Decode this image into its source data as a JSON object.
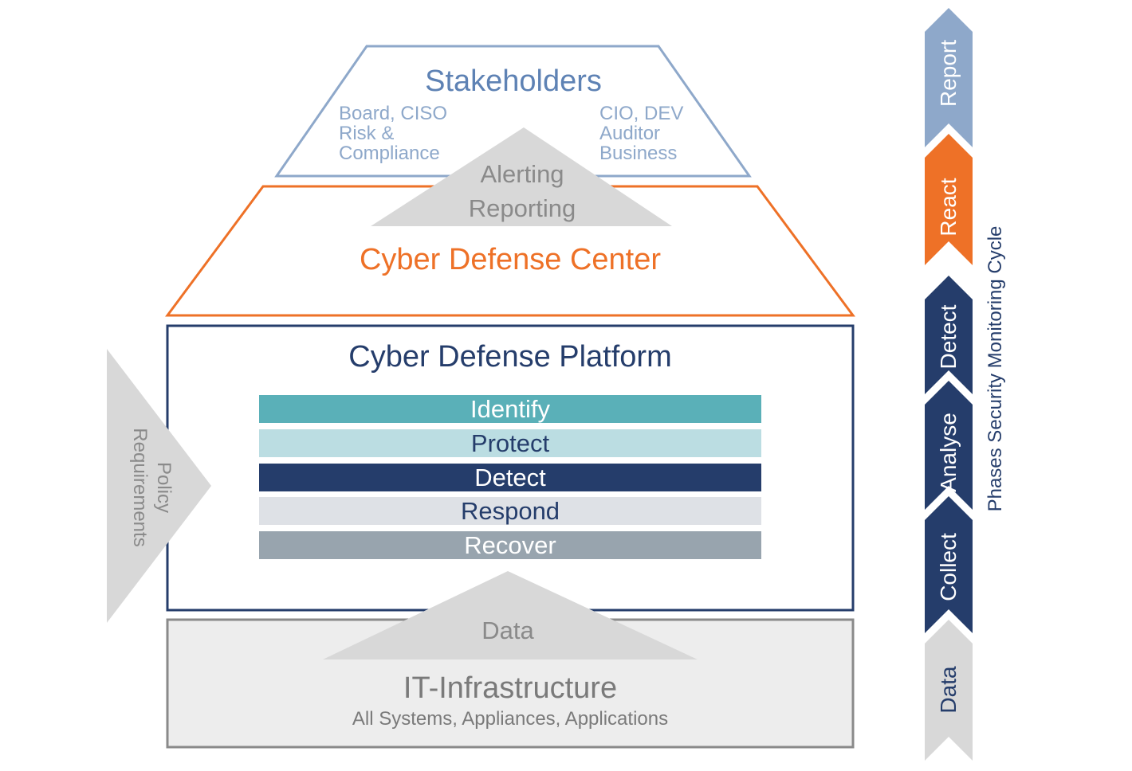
{
  "colors": {
    "stakeholders": "#8EA8CA",
    "stakeholders_text": "#5E82B4",
    "cdc": "#EE7127",
    "platform": "#253D6B",
    "gray_fill": "#D8D8D8",
    "gray_text": "#8A8A8A",
    "infra_fill": "#EDEDED",
    "infra_border": "#8A8A8A",
    "identify": "#5AB0B8",
    "protect": "#BBDDE2",
    "detect": "#253D6B",
    "respond": "#DEE1E6",
    "recover": "#98A4AE"
  },
  "stakeholders": {
    "title": "Stakeholders",
    "left_lines": [
      "Board, CISO",
      "Risk &",
      "Compliance"
    ],
    "right_lines": [
      "CIO, DEV",
      "Auditor",
      "Business"
    ]
  },
  "alerting": {
    "lines": [
      "Alerting",
      "Reporting"
    ]
  },
  "cdc": {
    "title": "Cyber Defense Center"
  },
  "platform": {
    "title": "Cyber Defense Platform",
    "bands": [
      "Identify",
      "Protect",
      "Detect",
      "Respond",
      "Recover"
    ]
  },
  "policy": {
    "lines": [
      "Policy",
      "Requirements"
    ]
  },
  "data_arrow": {
    "label": "Data"
  },
  "infrastructure": {
    "title": "IT-Infrastructure",
    "subtitle": "All Systems, Appliances, Applications"
  },
  "phases": {
    "label": "Phases Security Monitoring Cycle",
    "items": [
      "Report",
      "React",
      "Detect",
      "Analyse",
      "Collect",
      "Data"
    ]
  }
}
